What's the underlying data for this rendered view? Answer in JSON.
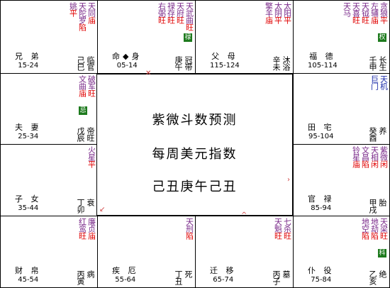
{
  "center": {
    "lines": [
      "紫微斗数预测",
      "每周美元指数",
      "己丑庚午己丑"
    ]
  },
  "palaces": [
    {
      "id": "sibling",
      "name": "兄 弟",
      "range": "15-24",
      "stem": "己巳",
      "state": "临官",
      "stars": [
        {
          "name": "天同",
          "bright": "庙",
          "cls": "purple"
        },
        {
          "name": "天陀罗",
          "bright": "陷",
          "cls": "purple"
        },
        {
          "name": "姚",
          "bright": "平",
          "cls": "purple"
        }
      ]
    },
    {
      "id": "life",
      "name": "命◆身",
      "range": "05-14",
      "stem": "庚午",
      "state": "冠带",
      "stars": [
        {
          "name": "天武曲",
          "bright": "旺",
          "cls": "purple"
        },
        {
          "name": "天府",
          "bright": "旺",
          "cls": "purple"
        },
        {
          "name": "禄存",
          "bright": "旺",
          "cls": "purple"
        },
        {
          "name": "右弼",
          "bright": "旺",
          "cls": "purple"
        }
      ],
      "badge": "禄"
    },
    {
      "id": "parent",
      "name": "父 母",
      "range": "115-124",
      "stem": "辛未",
      "state": "沐浴",
      "stars": [
        {
          "name": "太阳",
          "bright": "平",
          "cls": "purple"
        },
        {
          "name": "太阴",
          "bright": "平",
          "cls": "purple"
        },
        {
          "name": "擎羊",
          "bright": "庙",
          "cls": "purple"
        }
      ]
    },
    {
      "id": "fortune",
      "name": "福 德",
      "range": "105-114",
      "stem": "壬申",
      "state": "长生",
      "stars": [
        {
          "name": "贪狼",
          "bright": "平",
          "cls": "purple"
        },
        {
          "name": "左辅",
          "bright": "庙",
          "cls": "purple"
        },
        {
          "name": "天钺",
          "bright": "旺",
          "cls": "purple"
        },
        {
          "name": "天喜",
          "bright": "旺",
          "cls": "purple"
        },
        {
          "name": "天马",
          "bright": "",
          "cls": "purple"
        }
      ],
      "badge": "权"
    },
    {
      "id": "spouse",
      "name": "夫 妻",
      "range": "25-34",
      "stem": "戊辰",
      "state": "帝旺",
      "stars": [
        {
          "name": "破军",
          "bright": "旺",
          "cls": "purple"
        },
        {
          "name": "文曲",
          "bright": "庙",
          "cls": "purple"
        }
      ],
      "badge": "忌"
    },
    {
      "id": "property",
      "name": "田 宅",
      "range": "95-104",
      "stem": "癸酉",
      "state": "养",
      "stars": [
        {
          "name": "天机",
          "bright": "",
          "cls": "blue"
        },
        {
          "name": "巨门",
          "bright": "",
          "cls": "blue"
        }
      ]
    },
    {
      "id": "children",
      "name": "子 女",
      "range": "35-44",
      "stem": "丁卯",
      "state": "衰",
      "stars": [
        {
          "name": "火星",
          "bright": "平",
          "cls": "purple"
        }
      ]
    },
    {
      "id": "career",
      "name": "官 禄",
      "range": "85-94",
      "stem": "甲戌",
      "state": "胎",
      "stars": [
        {
          "name": "紫微",
          "bright": "闲",
          "cls": "purple"
        },
        {
          "name": "天相",
          "bright": "闲",
          "cls": "purple"
        },
        {
          "name": "文昌",
          "bright": "陷",
          "cls": "purple"
        },
        {
          "name": "铃星",
          "bright": "庙",
          "cls": "purple"
        }
      ]
    },
    {
      "id": "wealth",
      "name": "财 帛",
      "range": "45-54",
      "stem": "丙寅",
      "state": "病",
      "stars": [
        {
          "name": "廉贞",
          "bright": "庙",
          "cls": "purple"
        },
        {
          "name": "红鸾",
          "bright": "旺",
          "cls": "purple"
        }
      ]
    },
    {
      "id": "health",
      "name": "疾 厄",
      "range": "55-64",
      "stem": "丁丑",
      "state": "死",
      "stars": [
        {
          "name": "天刑",
          "bright": "陷",
          "cls": "purple"
        }
      ]
    },
    {
      "id": "travel",
      "name": "迁 移",
      "range": "65-74",
      "stem": "丙子",
      "state": "墓",
      "stars": [
        {
          "name": "七杀",
          "bright": "旺",
          "cls": "purple"
        },
        {
          "name": "天魁",
          "bright": "旺",
          "cls": "purple"
        }
      ]
    },
    {
      "id": "friend",
      "name": "仆 役",
      "range": "75-84",
      "stem": "乙亥",
      "state": "绝",
      "stars": [
        {
          "name": "天梁",
          "bright": "旺",
          "cls": "purple"
        },
        {
          "name": "地劫",
          "bright": "陷",
          "cls": "purple"
        },
        {
          "name": "地空",
          "bright": "陷",
          "cls": "purple"
        }
      ],
      "badge": "科"
    }
  ]
}
